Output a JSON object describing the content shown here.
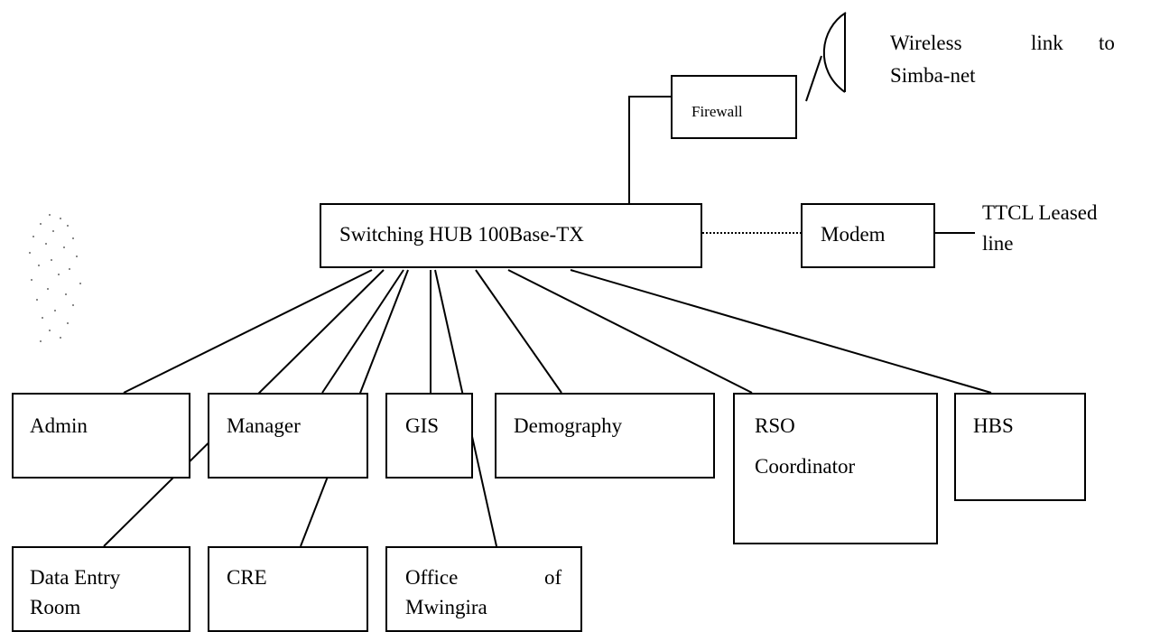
{
  "nodes": {
    "firewall": "Firewall",
    "switch": "Switching HUB 100Base-TX",
    "modem": "Modem",
    "admin": "Admin",
    "manager": "Manager",
    "gis": "GIS",
    "demography": "Demography",
    "rso": [
      "RSO",
      "Coordinator"
    ],
    "hbs": "HBS",
    "data_entry": [
      "Data Entry",
      "Room"
    ],
    "cre": "CRE",
    "office": [
      "Office",
      "of",
      "Mwingira"
    ]
  },
  "annotations": {
    "wireless": [
      "Wireless",
      "link",
      "to",
      "Simba-net"
    ],
    "ttcl": [
      "TTCL Leased",
      "line"
    ]
  }
}
